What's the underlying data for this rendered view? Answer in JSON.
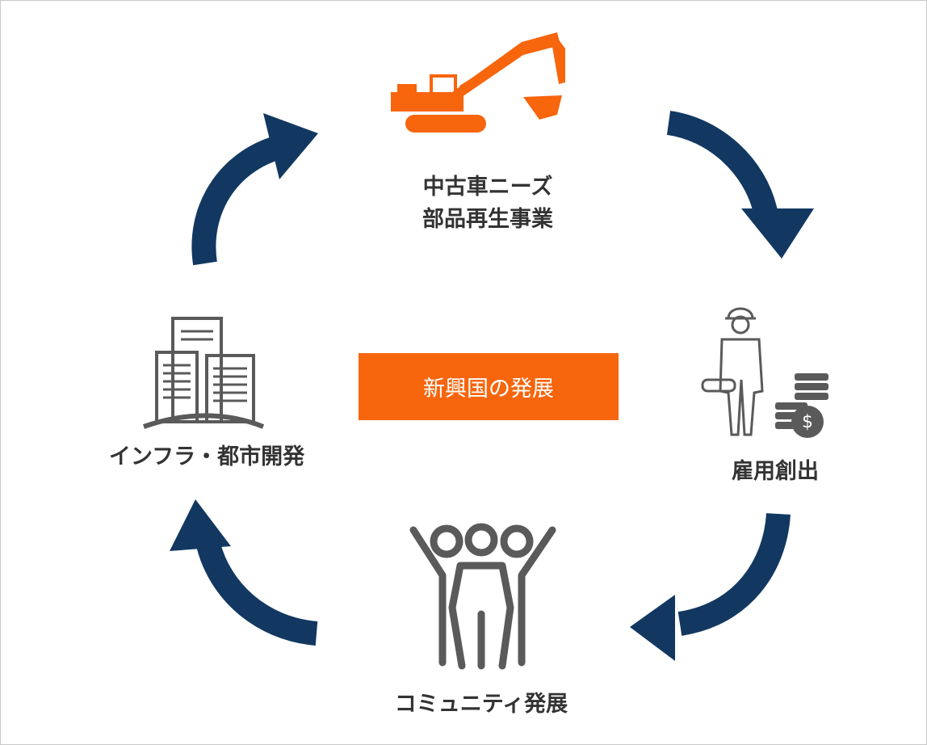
{
  "colors": {
    "arrow": "#123861",
    "accent": "#f7650d",
    "icon": "#5a5a5a",
    "text": "#333333"
  },
  "center": {
    "label": "新興国の発展"
  },
  "nodes": [
    {
      "icon": "excavator-icon",
      "lines": [
        "中古車ニーズ",
        "部品再生事業"
      ]
    },
    {
      "icon": "worker-icon",
      "lines": [
        "雇用創出"
      ]
    },
    {
      "icon": "community-icon",
      "lines": [
        "コミュニティ発展"
      ]
    },
    {
      "icon": "buildings-icon",
      "lines": [
        "インフラ・都市開発"
      ]
    }
  ]
}
